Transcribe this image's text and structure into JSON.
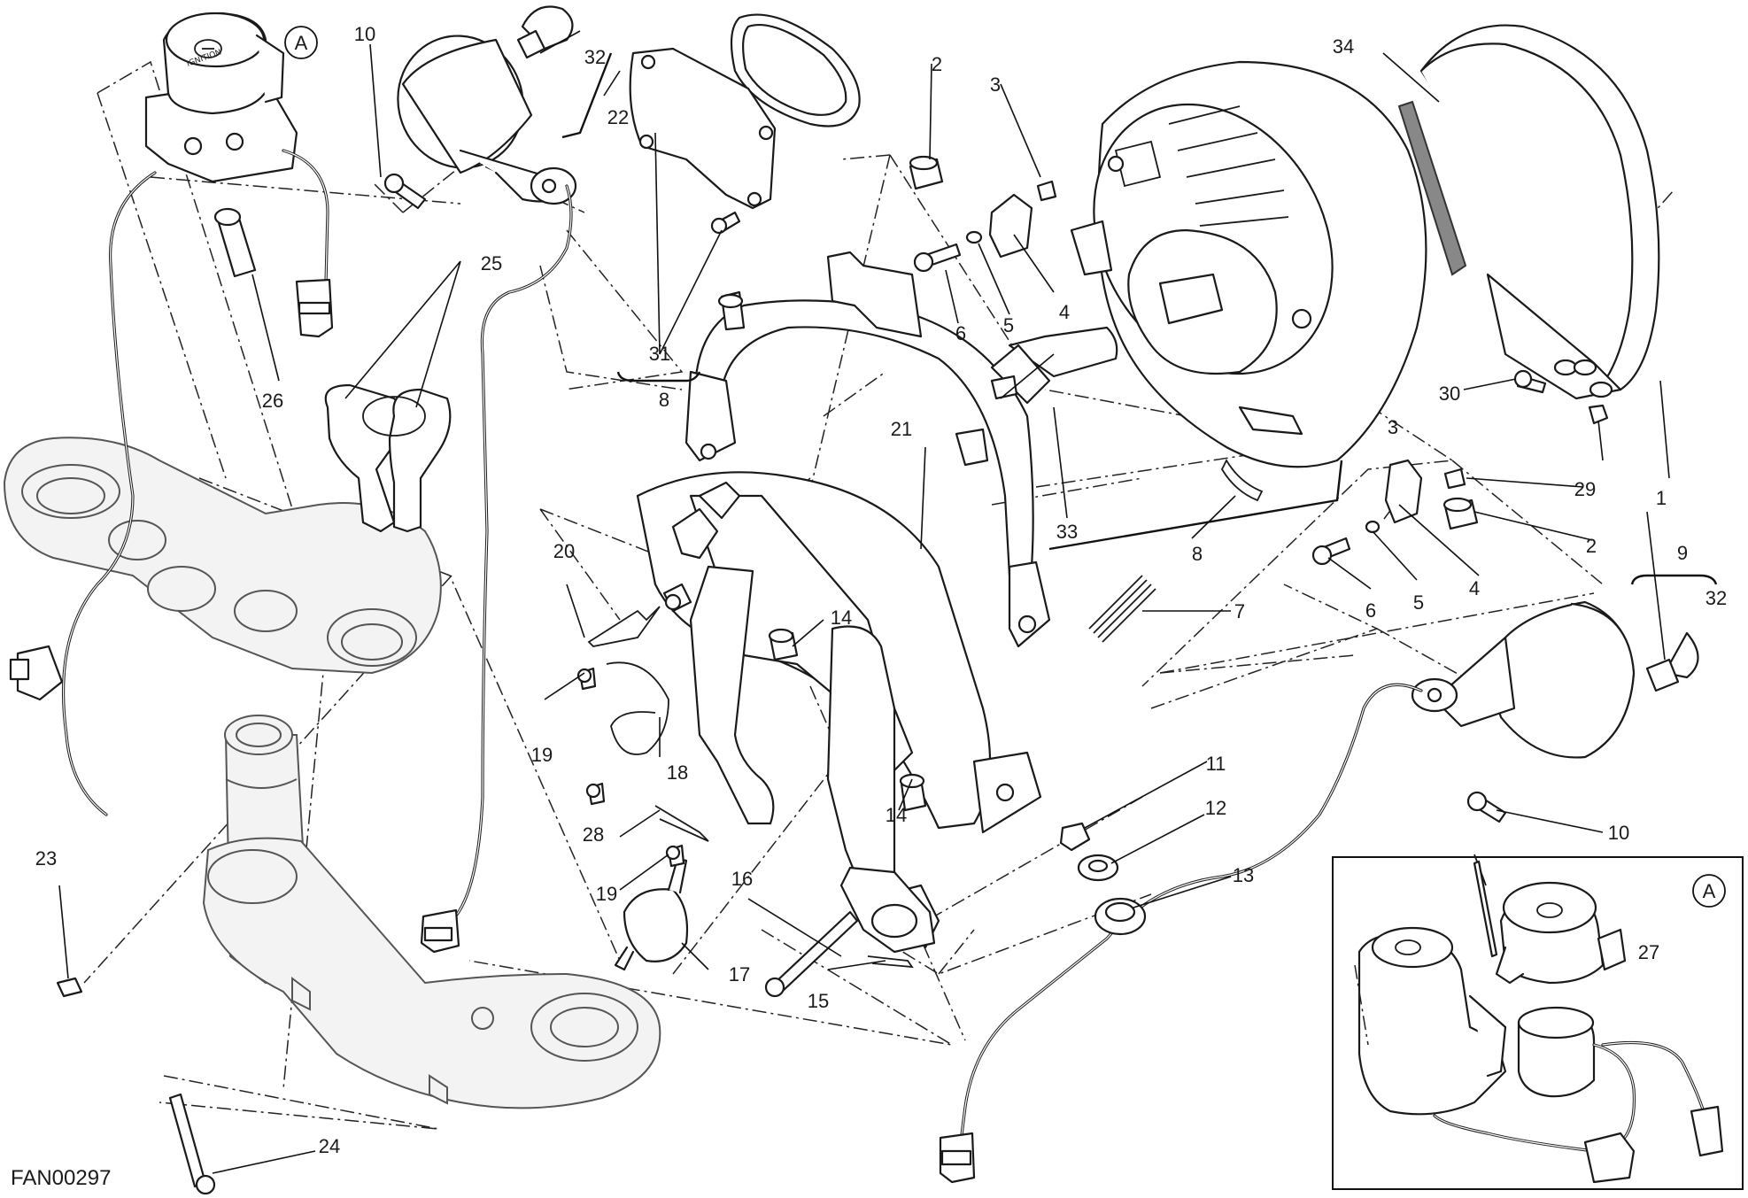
{
  "diagram": {
    "drawing_code": "FAN00297",
    "callout": "A",
    "keyswitch_text": "IGNITION",
    "part_labels": {
      "p1": "1",
      "p2a": "2",
      "p2b": "2",
      "p3a": "3",
      "p3b": "3",
      "p4a": "4",
      "p4b": "4",
      "p5a": "5",
      "p5b": "5",
      "p6a": "6",
      "p6b": "6",
      "p7": "7",
      "p8a": "8",
      "p8b": "8",
      "p9": "9",
      "p10a": "10",
      "p10b": "10",
      "p11": "11",
      "p12": "12",
      "p13": "13",
      "p14a": "14",
      "p14b": "14",
      "p15": "15",
      "p16": "16",
      "p17": "17",
      "p18": "18",
      "p19a": "19",
      "p19b": "19",
      "p20": "20",
      "p21": "21",
      "p22": "22",
      "p23": "23",
      "p24": "24",
      "p25": "25",
      "p26": "26",
      "p27": "27",
      "p28": "28",
      "p29": "29",
      "p30": "30",
      "p31": "31",
      "p32a": "32",
      "p32b": "32",
      "p33": "33",
      "p34": "34"
    }
  }
}
